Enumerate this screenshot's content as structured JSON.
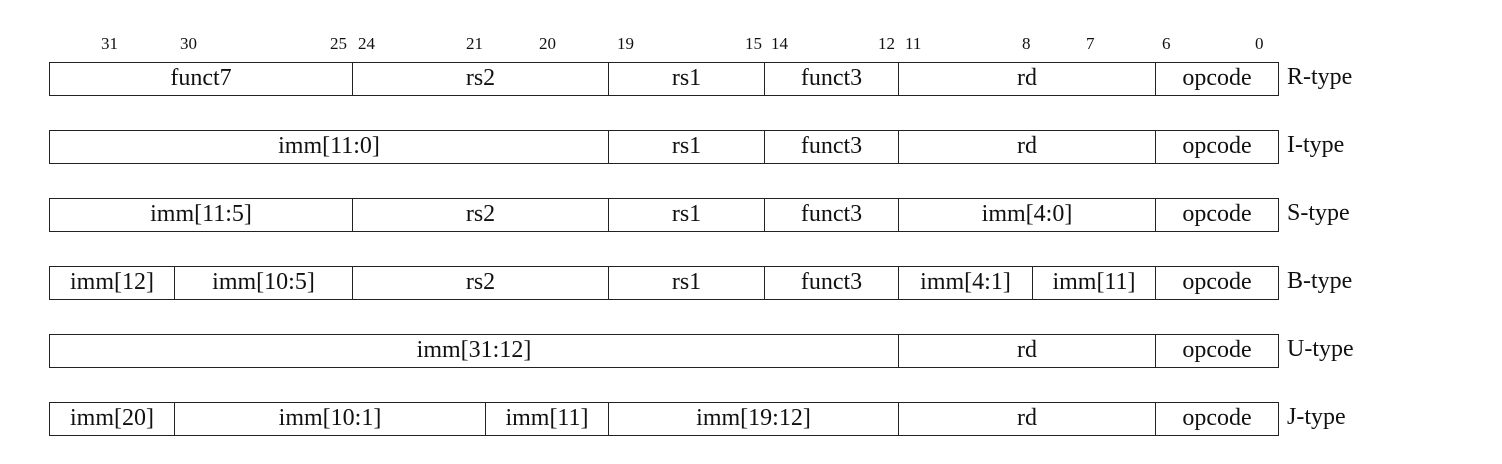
{
  "bit_labels": [
    "31",
    "30",
    "25",
    "24",
    "21",
    "20",
    "19",
    "15",
    "14",
    "12",
    "11",
    "8",
    "7",
    "6",
    "0"
  ],
  "formats": [
    {
      "type": "R-type",
      "fields": [
        "funct7",
        "rs2",
        "rs1",
        "funct3",
        "rd",
        "opcode"
      ]
    },
    {
      "type": "I-type",
      "fields": [
        "imm[11:0]",
        "rs1",
        "funct3",
        "rd",
        "opcode"
      ]
    },
    {
      "type": "S-type",
      "fields": [
        "imm[11:5]",
        "rs2",
        "rs1",
        "funct3",
        "imm[4:0]",
        "opcode"
      ]
    },
    {
      "type": "B-type",
      "fields": [
        "imm[12]",
        "imm[10:5]",
        "rs2",
        "rs1",
        "funct3",
        "imm[4:1]",
        "imm[11]",
        "opcode"
      ]
    },
    {
      "type": "U-type",
      "fields": [
        "imm[31:12]",
        "rd",
        "opcode"
      ]
    },
    {
      "type": "J-type",
      "fields": [
        "imm[20]",
        "imm[10:1]",
        "imm[11]",
        "imm[19:12]",
        "rd",
        "opcode"
      ]
    }
  ]
}
